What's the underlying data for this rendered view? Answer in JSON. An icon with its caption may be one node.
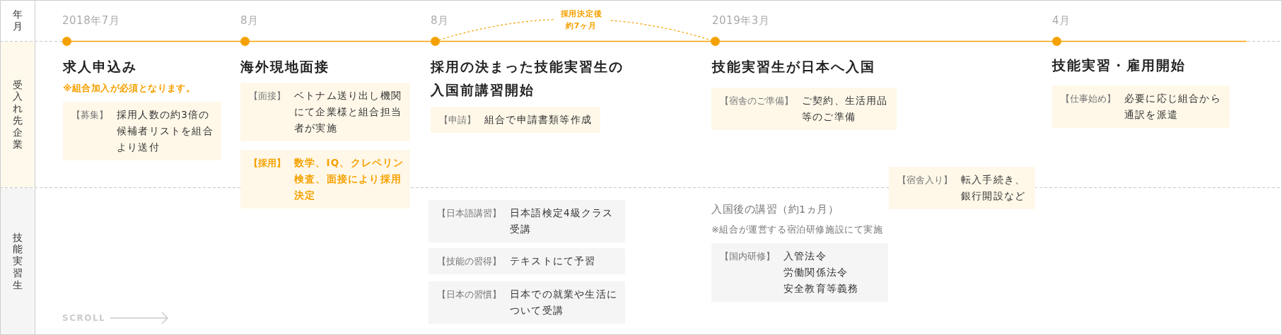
{
  "diagram": {
    "nodes": [
      {
        "text": [
          "年月"
        ]
      },
      {
        "text": [
          "受入れ先企業"
        ]
      },
      {
        "text": [
          "技能実習生"
        ]
      },
      {
        "text": [
          "【募集】",
          "採用人数の約3倍の候補者リストを組合より送付"
        ]
      },
      {
        "text": [
          "【面接】",
          "ベトナム送り出し機関にて企業様と組合担当者が実施"
        ]
      },
      {
        "text": [
          "【採用】",
          "数学、IQ、クレペリン検査、面接により採用決定"
        ]
      },
      {
        "text": [
          "【申請】",
          "組合で申請書類等作成"
        ]
      },
      {
        "text": [
          "【日本語講習】",
          "日本語検定4級クラス受講"
        ]
      },
      {
        "text": [
          "【技能の習得】",
          "テキストにて予習"
        ]
      },
      {
        "text": [
          "【日本の習慣】",
          "日本での就業や生活について受講"
        ]
      },
      {
        "text": [
          "【宿舎のご準備】",
          "ご契約、生活用品等のご準備"
        ]
      },
      {
        "text": [
          "【国内研修】",
          "入管法令",
          "労働関係法令",
          "安全教育等義務"
        ]
      },
      {
        "text": [
          "【宿舎入り】",
          "転入手続き、銀行開設など"
        ]
      },
      {
        "text": [
          "【仕事始め】",
          "必要に応じ組合から通訳を派遣"
        ]
      }
    ],
    "labels": [
      "2018年7月",
      "8月",
      "8月",
      "採用決定後約7ヶ月",
      "2019年3月",
      "4月",
      "求人申込み",
      "※組合加入が必須となります。",
      "海外現地面接",
      "採用の決まった技能実習生の入国前講習開始",
      "技能実習生が日本へ入国",
      "技能実習・雇用開始",
      "入国後の講習（約1ヵ月）",
      "※組合が運営する宿泊研修施設にて実施",
      "SCROLL"
    ]
  }
}
